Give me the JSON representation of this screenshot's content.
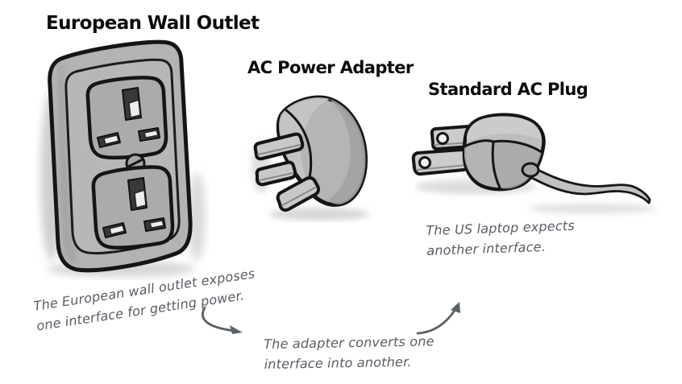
{
  "figure": {
    "background": "#ffffff",
    "items": [
      {
        "id": "outlet",
        "caption": "European Wall Outlet",
        "note": "The European wall outlet exposes\none interface for getting power.",
        "illustration": "uk-double-wall-socket"
      },
      {
        "id": "adapter",
        "caption": "AC Power Adapter",
        "note": "The adapter converts one\ninterface into another.",
        "illustration": "three-prong-plug-adapter"
      },
      {
        "id": "plug",
        "caption": "Standard AC Plug",
        "note": "The US laptop expects\nanother interface.",
        "illustration": "us-two-prong-plug-with-cord"
      }
    ],
    "icons": {
      "arrow_1": "curved-arrow-down-right-icon",
      "arrow_2": "curved-arrow-up-right-icon"
    },
    "colors": {
      "ink": "#151515",
      "handwriting": "#575c63",
      "fill_light": "#c8c8c8",
      "fill_mid": "#b4b4b4",
      "fill_dark": "#a2a2a2",
      "shadow": "#d6d6d6"
    }
  }
}
